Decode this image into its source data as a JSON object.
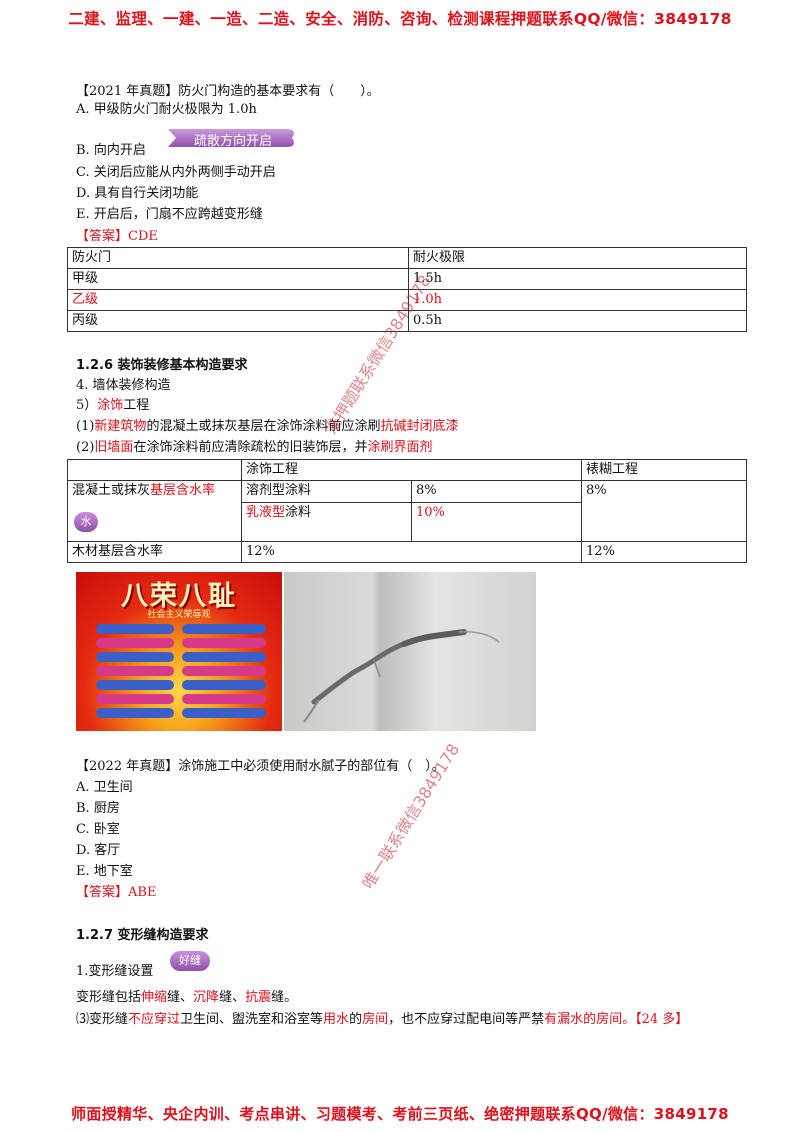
{
  "header_banner": "二建、监理、一建、一造、二造、安全、消防、咨询、检测课程押题联系QQ/微信：3849178",
  "footer_banner": "师面授精华、央企内训、考点串讲、习题模考、考前三页纸、绝密押题联系QQ/微信：3849178",
  "q2021": {
    "stem": "【2021 年真题】防火门构造的基本要求有（　　）。",
    "options": [
      "A. 甲级防火门耐火极限为 1.0h",
      "B. 向内开启",
      "C. 关闭后应能从内外两侧手动开启",
      "D. 具有自行关闭功能",
      "E. 开启后，门扇不应跨越变形缝"
    ],
    "ribbon": "疏散方向开启",
    "answer": "【答案】CDE"
  },
  "fire_door_table": {
    "headers": [
      "防火门",
      "耐火极限"
    ],
    "rows": [
      [
        "甲级",
        "1.5h"
      ],
      [
        "乙级",
        "1.0h"
      ],
      [
        "丙级",
        "0.5h"
      ]
    ]
  },
  "section_126": {
    "heading": "1.2.6 装饰装修基本构造要求",
    "item4": "4.  墙体装修构造",
    "item5_prefix": "5）",
    "item5_red": "涂饰",
    "item5_suffix": "工程",
    "p1": [
      "(1)",
      "新建筑物",
      "的混凝土或抹灰基层在涂饰涂料前应涂刷",
      "抗碱封闭底漆"
    ],
    "p2": [
      "(2)",
      "旧墙面",
      "在涂饰涂料前应清除疏松的旧装饰层，并",
      "涂刷界面剂"
    ]
  },
  "moisture_table": {
    "h_col2": "涂饰工程",
    "h_col4": "裱糊工程",
    "r1_label_a": "混凝土或抹灰",
    "r1_label_b": "基层含水率",
    "pill": "水",
    "r1_type": "溶剂型涂料",
    "r1_val": "8%",
    "r1_wallpaper": "8%",
    "r2_type_red": "乳液型",
    "r2_type_rest": "涂料",
    "r2_val": "10%",
    "r3_label": "木材基层含水率",
    "r3_val": "12%",
    "r3_wallpaper": "12%"
  },
  "poster": {
    "title": "八荣八耻",
    "subtitle": "社会主义荣辱观"
  },
  "q2022": {
    "stem": "【2022 年真题】涂饰施工中必须使用耐水腻子的部位有（　）。",
    "options": [
      "A. 卫生间",
      "B. 厨房",
      "C. 卧室",
      "D. 客厅",
      "E. 地下室"
    ],
    "answer": "【答案】ABE"
  },
  "section_127": {
    "heading": "1.2.7 变形缝构造要求",
    "item1": "1.变形缝设置",
    "pill": "好缝",
    "types": [
      "变形缝包括",
      "伸缩",
      "缝、",
      "沉降",
      "缝、",
      "抗震",
      "缝。"
    ],
    "p3": [
      "⑶变形缝",
      "不应穿过",
      "卫生间、盥洗室和浴室等",
      "用水",
      "的",
      "房间",
      "，也不应穿过配电间等严禁",
      "有漏水的房间。【24 多】"
    ]
  },
  "watermarks": [
    "准押题联系微信3849178",
    "唯一联系微信3849178"
  ],
  "colors": {
    "accent_red": "#e0101a",
    "pill_purple": "#a566bd"
  }
}
